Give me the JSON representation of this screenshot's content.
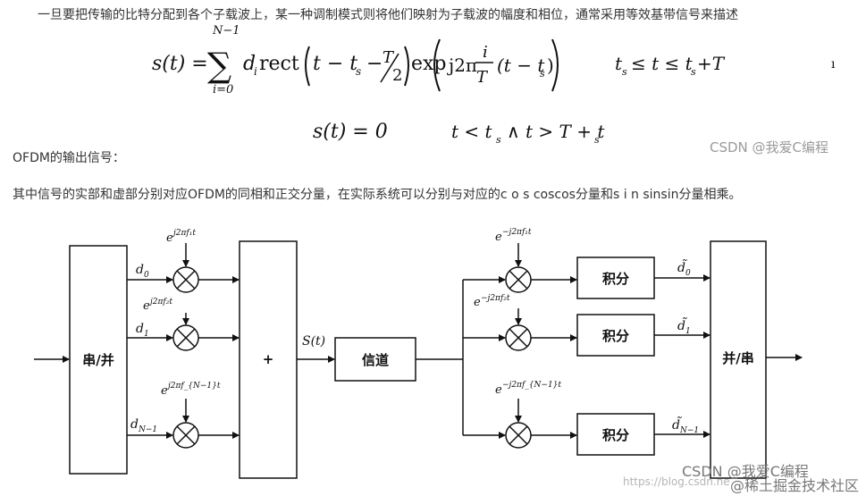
{
  "text": {
    "intro": "一旦要把传输的比特分配到各个子载波上，某一种调制模式则将他们映射为子载波的幅度和相位，通常采用等效基带信号来描述",
    "ofdm_label": "OFDM的输出信号：",
    "description": "其中信号的实部和虚部分别对应OFDM的同相和正交分量，在实际系统可以分别与对应的c o s coscos分量和s i n sinsin分量相乘。",
    "watermark_top": "CSDN @我爱C编程",
    "watermark_bottom": "CSDN @我爱C编程",
    "watermark_url": "https://blog.csdn.ne",
    "watermark_community": "@稀土掘金技术社区"
  },
  "equations": {
    "eq1": {
      "lhs": "s(t) =",
      "sum_upper": "N−1",
      "sum_lower": "i=0",
      "sum_symbol": "∑",
      "term_d": "d",
      "term_d_sub": "i",
      "term_rect": "rect",
      "term_t": "t − t",
      "term_ts_sub": "s",
      "term_minus": "−",
      "term_T": "T",
      "term_2": "2",
      "term_exp": "exp",
      "term_j2pi": "j2π",
      "frac_num": "i",
      "frac_den": "T",
      "term_tts": "(t − t",
      "term_tts_sub": "s",
      "term_close": ")",
      "cond_a": "t",
      "cond_a_sub": "s",
      "cond_b": "≤ t ≤ t",
      "cond_b_sub": "s",
      "cond_c": "+T",
      "stray_mark": "ı"
    },
    "eq2": {
      "lhs": "s(t) = 0",
      "cond_a": "t < t",
      "cond_a_sub": "s",
      "cond_b": "∧ t > T + t",
      "cond_b_sub": "s"
    }
  },
  "diagram": {
    "sp_block": "串/并",
    "sum_block": "+",
    "channel_block": "信道",
    "ps_block": "并/串",
    "integrators": [
      "积分",
      "积分",
      "积分"
    ],
    "s_t": "S(t)",
    "d_inputs": [
      {
        "base": "d",
        "sub": "0"
      },
      {
        "base": "d",
        "sub": "1"
      },
      {
        "base": "d",
        "sub": "N−1"
      }
    ],
    "tx_carriers": [
      {
        "base": "e",
        "sup": "j2πf₁t"
      },
      {
        "base": "e",
        "sup": "j2πf₂t"
      },
      {
        "base": "e",
        "sup": "j2πf_{N−1}t"
      }
    ],
    "rx_carriers": [
      {
        "base": "e",
        "sup": "−j2πf₁t"
      },
      {
        "base": "e",
        "sup": "−j2πf₂t"
      },
      {
        "base": "e",
        "sup": "−j2πf_{N−1}t"
      }
    ],
    "d_outputs": [
      {
        "base": "d̃",
        "sub": "0"
      },
      {
        "base": "d̃",
        "sub": "1"
      },
      {
        "base": "d̃",
        "sub": "N−1"
      }
    ]
  }
}
